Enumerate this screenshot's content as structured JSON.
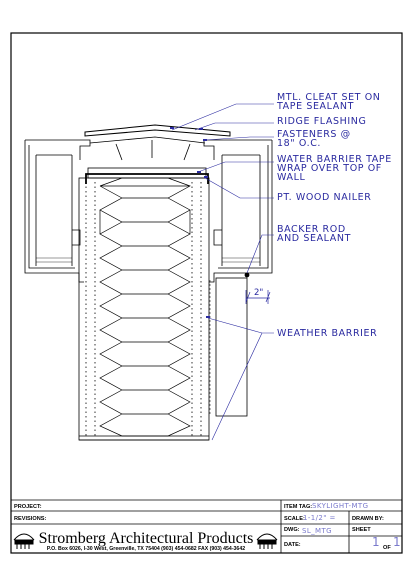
{
  "notes": {
    "cleat": [
      "MTL. CLEAT SET ON",
      "TAPE SEALANT"
    ],
    "ridge": [
      "RIDGE FLASHING"
    ],
    "fasteners": [
      "FASTENERS @",
      "18\" O.C."
    ],
    "water_barrier": [
      "WATER BARRIER TAPE",
      "WRAP OVER TOP OF",
      "WALL"
    ],
    "nailer": [
      "PT. WOOD NAILER"
    ],
    "backer": [
      "BACKER ROD",
      "AND SEALANT"
    ],
    "weather": [
      "WEATHER BARRIER"
    ]
  },
  "dimension": "2\"",
  "title_block": {
    "project_label": "PROJECT:",
    "revisions_label": "REVISIONS:",
    "item_tag_label": "ITEM TAG:",
    "item_tag_value": "SKYLIGHT-MTG",
    "scale_label": "SCALE:",
    "scale_value": "1-1/2\" =",
    "drawn_by_label": "DRAWN BY:",
    "dwg_label": "DWG:",
    "dwg_value": "SL_MTG",
    "sheet_label": "SHEET",
    "sheet_number": "1",
    "of_label": "OF",
    "sheet_total": "1",
    "date_label": "DATE:"
  },
  "company": {
    "name": "Stromberg Architectural Products",
    "address": "P.O. Box 6026, I-30 West, Greenville, TX 75404  (903) 454-0682  FAX (903) 454-3642"
  }
}
